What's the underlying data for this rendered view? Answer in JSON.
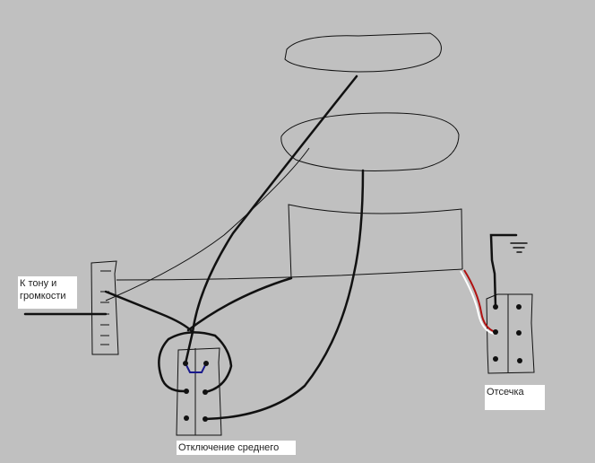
{
  "labels": {
    "tone_volume": "К тону и громкости",
    "middle_off": "Отключение среднего",
    "cutoff": "Отсечка"
  },
  "colors": {
    "background": "#c0c0c0",
    "wire": "#111111",
    "jumper": "#1a1a8c",
    "red_wire": "#b01010"
  }
}
